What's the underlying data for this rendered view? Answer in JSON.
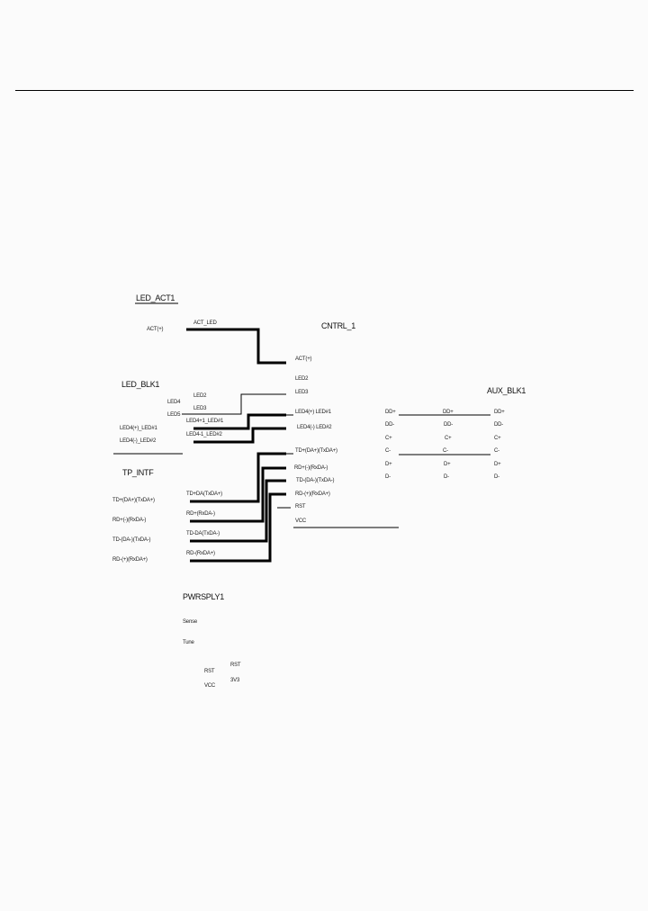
{
  "header": {
    "rule": true
  },
  "blocks": {
    "led_act": {
      "title": "LED_ACT1",
      "pin": "ACT(+)",
      "net": "ACT_LED"
    },
    "cntrl": {
      "title": "CNTRL_1",
      "pins": [
        "ACT(+)",
        "LED2",
        "LED3",
        "LED4(+) LED#1",
        "LED4(-) LED#2",
        "TD+(DA+)(TxDA+)",
        "RD+(-)(RxDA-)",
        "TD-(DA-)(TxDA-)",
        "RD-(+)(RxDA+)",
        "RST",
        "VCC"
      ]
    },
    "led_blk": {
      "title": "LED_BLK1",
      "pins": [
        "LED4",
        "LED5",
        "LED4(+)_LED#1",
        "LED4(-)_LED#2"
      ],
      "nets": [
        "LED2",
        "LED3",
        "LED4+1_LED#1",
        "LED4-1_LED#2"
      ]
    },
    "tp_intf": {
      "title": "TP_INTF",
      "pins": [
        "TD+(DA+)(TxDA+)",
        "RD+(-)(RxDA-)",
        "TD-(DA-)(TxDA-)",
        "RD-(+)(RxDA+)"
      ],
      "nets": [
        "TD+DA(TxDA+)",
        "RD+(RxDA-)",
        "TD-DA(TxDA-)",
        "RD-(RxDA+)"
      ]
    },
    "aux_blk": {
      "title": "AUX_BLK1",
      "left": [
        "DD+",
        "DD-",
        "C+",
        "C-",
        "D+",
        "D-"
      ],
      "mid": [
        "DD+",
        "DD-",
        "C+",
        "C-",
        "D+",
        "D-"
      ],
      "right": [
        "DD+",
        "DD-",
        "C+",
        "C-",
        "D+",
        "D-"
      ]
    },
    "pwr_sply": {
      "title": "PWRSPLY1",
      "pins": [
        "Sense",
        "Tune"
      ],
      "sub": [
        "RST",
        "VCC"
      ],
      "sub_right": [
        "RST",
        "3V3"
      ]
    }
  }
}
